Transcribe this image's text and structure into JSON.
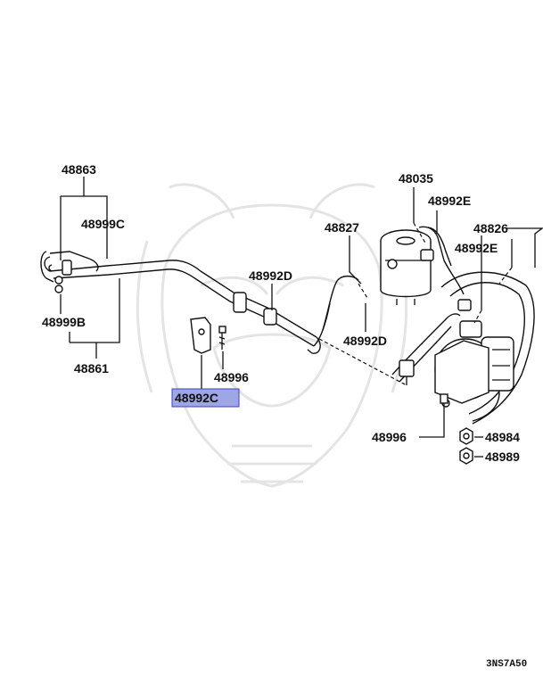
{
  "labels": {
    "p48863": "48863",
    "p48999c": "48999C",
    "p48999b": "48999B",
    "p48861": "48861",
    "p48992c": "48992C",
    "p48996_left": "48996",
    "p48992d_top": "48992D",
    "p48827": "48827",
    "p48992d_bottom": "48992D",
    "p48035": "48035",
    "p48992e_top": "48992E",
    "p48826": "48826",
    "p48992e_right": "48992E",
    "p48996_right": "48996",
    "p48984": "48984",
    "p48989": "48989"
  },
  "diagram_code": "3NS7A50",
  "highlight": {
    "part": "48992C",
    "color": "#9fa6e6",
    "border": "#3b45b8"
  }
}
